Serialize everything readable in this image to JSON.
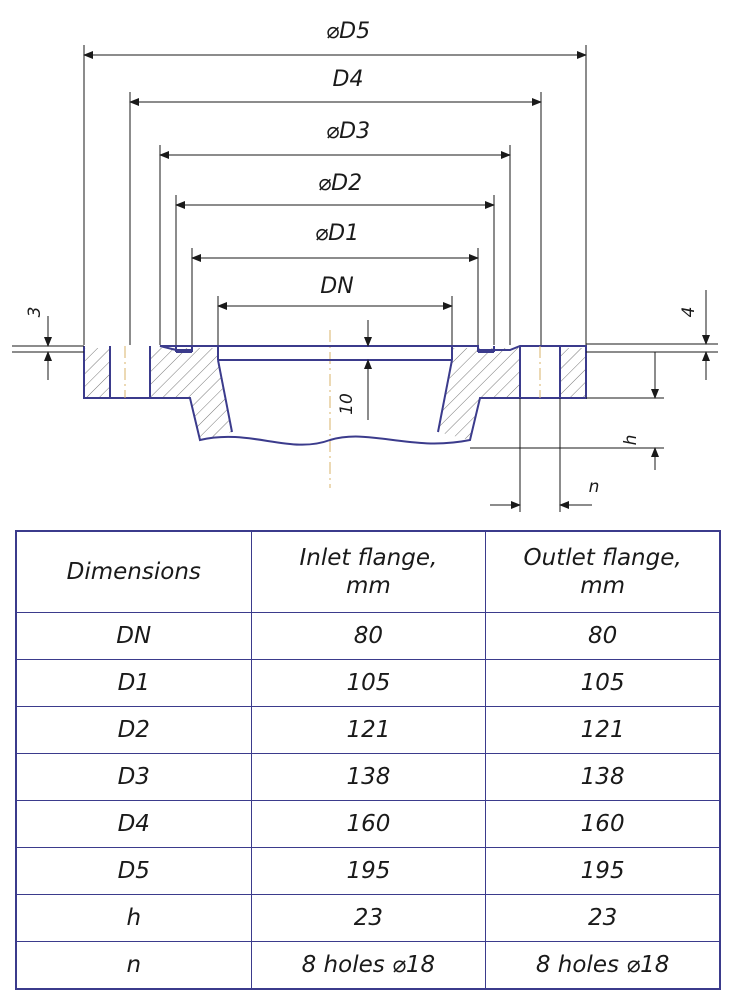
{
  "drawing": {
    "dimension_labels": {
      "d5": "⌀D5",
      "d4": "D4",
      "d3": "⌀D3",
      "d2": "⌀D2",
      "d1": "⌀D1",
      "dn": "DN",
      "left_step": "3",
      "right_step": "4",
      "bore_depth": "10",
      "height": "h",
      "hole": "n"
    }
  },
  "table": {
    "headers": [
      "Dimensions",
      "Inlet flange,\nmm",
      "Outlet flange,\nmm"
    ],
    "rows": [
      [
        "DN",
        "80",
        "80"
      ],
      [
        "D1",
        "105",
        "105"
      ],
      [
        "D2",
        "121",
        "121"
      ],
      [
        "D3",
        "138",
        "138"
      ],
      [
        "D4",
        "160",
        "160"
      ],
      [
        "D5",
        "195",
        "195"
      ],
      [
        "h",
        "23",
        "23"
      ],
      [
        "n",
        "8 holes ⌀18",
        "8 holes ⌀18"
      ]
    ]
  }
}
